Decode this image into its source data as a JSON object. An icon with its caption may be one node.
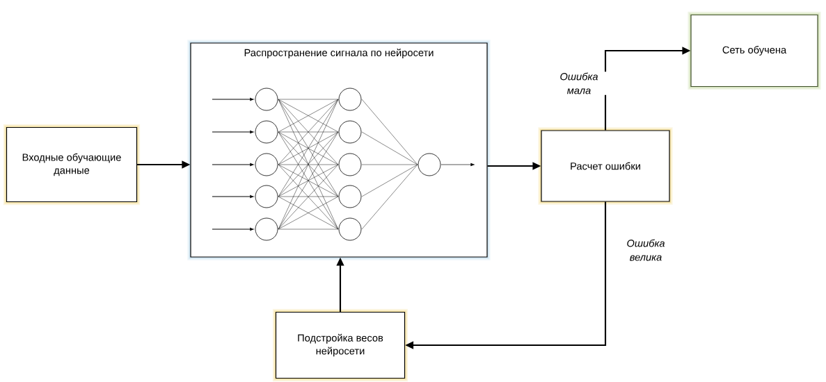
{
  "diagram": {
    "nodes": [
      {
        "text": [
          "Входные обучающие данные"
        ]
      },
      {
        "text": [
          "Распространение сигнала по нейросети"
        ]
      },
      {
        "text": [
          "Расчет ошибки"
        ]
      },
      {
        "text": [
          "Сеть обучена"
        ]
      },
      {
        "text": [
          "Подстройка весов нейросети"
        ]
      }
    ],
    "edges": [
      {
        "from": 0,
        "to": 1,
        "arrow": "to"
      },
      {
        "from": 1,
        "to": 2,
        "arrow": "to"
      },
      {
        "from": 2,
        "to": 3,
        "arrow": "to",
        "label": "Ошибка мала"
      },
      {
        "from": 2,
        "to": 4,
        "arrow": "to",
        "label": "Ошибка велика"
      },
      {
        "from": 4,
        "to": 1,
        "arrow": "to"
      }
    ]
  }
}
